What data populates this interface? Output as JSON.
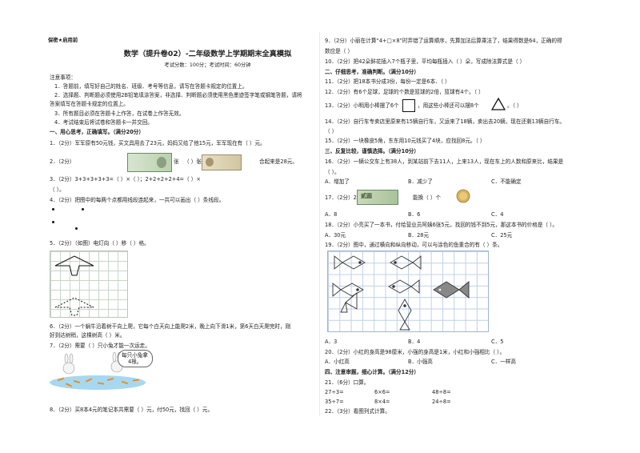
{
  "header": {
    "secret": "保密★启用前",
    "title": "数学（提升卷02）-二年级数学上学期期末全真模拟",
    "info": "考试分数：100分；考试时间：60分钟"
  },
  "notes": {
    "heading": "注意事项：",
    "n1": "1．答题前，填写好自己的姓名、班级、考号等信息，请写在答题卡规定的位置上。",
    "n2a": "2．选择题、判断题必须使用2B铅笔填涂答案，非选择、判断题必须使用黑色墨迹签字笔或钢笔答题，请将",
    "n2b": "答案填写在答题卡规定的位置上。",
    "n3": "3．所有题目必须在答题卡上作答，在试卷上作答无效。",
    "n4": "4．考试结束后将试卷和答题卡一并交回。"
  },
  "left": {
    "sec1": "一、用心思考，正确填写。（满分20分）",
    "q1": "1．（2分）军军原有50元钱，买文具用去了23元，妈妈又给了他15元，军军现在有（        ）元。",
    "q2a": "2．（2分）",
    "q2b": "张",
    "q2c": "（        ）张",
    "q2d": "合起来是28元。",
    "q3": "3．（2分）3+3+3+3+3=（        ）×（        ）；2+2+2+2+4=（        ）×",
    "q3b": "（        ）。",
    "q4": "4．（2分）把图中的每两个点都用线段连起来，一共可以画出（        ）条线段。",
    "q5": "5．（2分）（如图）电灯向（              ）移（              ）格。",
    "q6a": "6．（2分）一个蜗牛沿着树干向上爬，它每个白天向上能爬2米，晚上向下滑1米，第6天白天爬完时，刚",
    "q6b": "好到达树稍，这棵树高（        ）米。",
    "q7a": "7．（2分）需要（        ）只小兔才能一次运走。",
    "bubble1": "每只小兔拿",
    "bubble2": "4根。",
    "q8": "8．（2分）买8本4元的笔记本共需要（        ）元，付50元，找回（        ）元。"
  },
  "right": {
    "q9a": "9．（2分）小丽在计算“4+□×8”时弄错了运算顺序，先算加法后算乘法了，结果得数是64，正确的得",
    "q9b": "数应是（        ）",
    "q10": "10．（2分）把42朵鲜花插入7个瓶子里，平均每瓶插入（              ）朵，写成除法算式是（              ）",
    "sec2": "二、仔细思考，准确判断。（满分10分）",
    "q11": "11．（2分）把18本书分成3份，每份一定是6本．（        ）",
    "q12": "12．（2分）有6个足球，足球的个数是篮球的2倍，篮球有4个。（        ）",
    "q13a": "13．（2分）小明用小棒摆了6个",
    "q13b": "，用这些小棒还可以摆8个",
    "q13c": "。（        ）",
    "q14a": "14．（2分）自行车专卖店里原来有15辆自行车，又运来了18辆，卖出去20辆，现在还剩13辆自行车。",
    "q14b": "（        ）",
    "q15": "15．（2分）一块橡皮5角，东东用10元钱买了4块，应找回8元。（        ）",
    "sec3": "三、反复比较，谨慎选择。（满分10分）",
    "q16a": "16．（2分）一辆公交车上有38人，到某站前下去11人，上来13人，现在车上的人数和原来比，结果是",
    "q16b": "（        ）。",
    "q16A": "A．增加了",
    "q16B": "B．减少了",
    "q16C": "C．不能确定",
    "q17a": "17．（2分）2张",
    "q17b": "能换（        ）个",
    "q17A": "A．8",
    "q17B": "B．6",
    "q17C": "C．4",
    "q18": "18．（2分）小亮买了一本书，付给营业员阿姨6张5元，找回的钱不到5元，那这本书的价格是（        ）。",
    "q18A": "A．30元",
    "q18B": "B．28元",
    "q18C": "C．25元",
    "q19": "19．（2分）图中，通过横向和纵向移动，可以与涂色的鱼重合的有（        ）条。",
    "q19A": "A．3",
    "q19B": "B．4",
    "q19C": "C．5",
    "q20": "20．（2分）小红的身高是98厘米，小强的身高是1米，小红和小强相比（        ）。",
    "q20A": "A．小红高",
    "q20B": "B．小强高",
    "q20C": "C．一样高",
    "sec4": "四、注意审题，细心计算。（满分12分）",
    "q21": "21．（6分）口算。",
    "c1": "27÷3=",
    "c2": "6×6=",
    "c3": "48÷8=",
    "c4": "35÷7=",
    "c5": "8×4=",
    "c6": "24÷8=",
    "q22": "22．（3分）看图列式计算。"
  },
  "images": {
    "banknote_value": "贰圆"
  }
}
